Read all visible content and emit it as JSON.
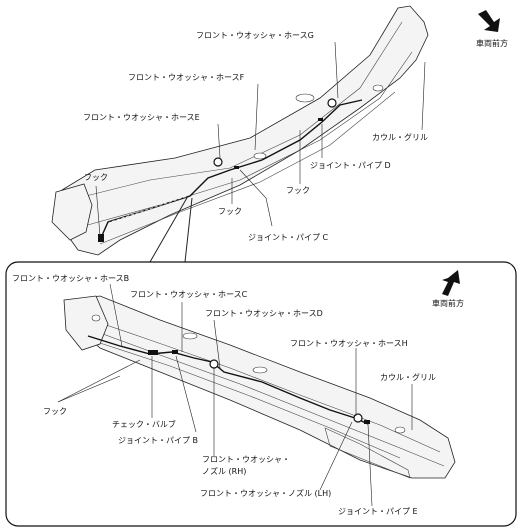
{
  "top_view": {
    "direction_label": "車両前方",
    "labels": {
      "hose_g": "フロント・ウオッシャ・ホースG",
      "hose_f": "フロント・ウオッシャ・ホースF",
      "hose_e": "フロント・ウオッシャ・ホースE",
      "cowl_grille": "カウル・グリル",
      "joint_pipe_d": "ジョイント・パイプ D",
      "hook_1": "フック",
      "hook_2": "フック",
      "hook_3": "フック",
      "joint_pipe_c": "ジョイント・パイプ C"
    }
  },
  "detail_view": {
    "direction_label": "車両前方",
    "labels": {
      "hose_b": "フロント・ウオッシャ・ホースB",
      "hose_c": "フロント・ウオッシャ・ホースC",
      "hose_d": "フロント・ウオッシャ・ホースD",
      "hose_h": "フロント・ウオッシャ・ホースH",
      "cowl_grille": "カウル・グリル",
      "hook": "フック",
      "check_valve": "チェック・バルブ",
      "joint_pipe_b": "ジョイント・パイプ B",
      "nozzle_rh_1": "フロント・ウオッシャ・",
      "nozzle_rh_2": "ノズル (RH)",
      "nozzle_lh": "フロント・ウオッシャ・ノズル (LH)",
      "joint_pipe_e": "ジョイント・パイプ E"
    }
  }
}
